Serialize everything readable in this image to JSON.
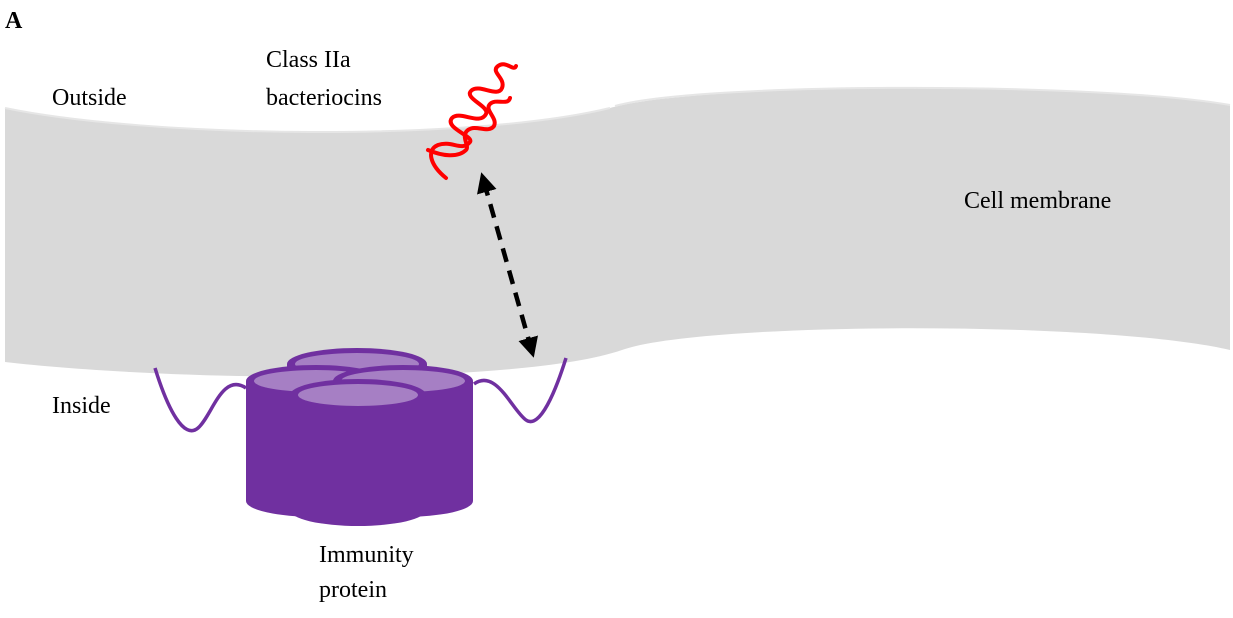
{
  "panel_label": "A",
  "labels": {
    "outside": "Outside",
    "inside": "Inside",
    "bacteriocin_line1": "Class IIa",
    "bacteriocin_line2": "bacteriocins",
    "membrane": "Cell membrane",
    "immunity_line1": "Immunity",
    "immunity_line2": "protein"
  },
  "colors": {
    "membrane_fill": "#d9d9d9",
    "membrane_edge": "#cfcfcf",
    "bacteriocin": "#ff0000",
    "immunity_protein_dark": "#7030a0",
    "immunity_protein_light": "#a67fc4",
    "arrow": "#000000"
  },
  "icons": {
    "bacteriocin": "squiggle-peptide-icon",
    "immunity_protein": "four-helix-cylinder-icon",
    "interaction": "double-headed-dashed-arrow-icon"
  }
}
